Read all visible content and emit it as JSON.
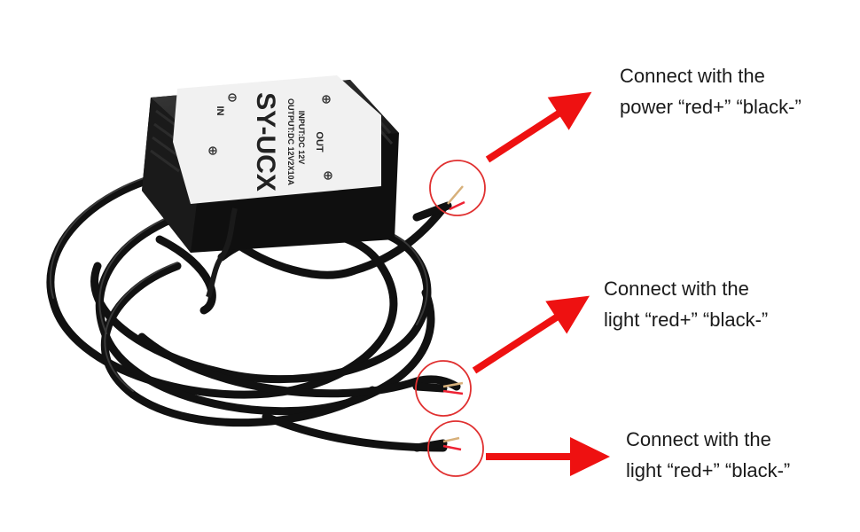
{
  "controller": {
    "model": "SY-UCX",
    "input_spec": "INPUT:DC 12V",
    "output_spec": "OUTPUT:DC 12V2X10A",
    "out_label": "OUT",
    "in_label": "IN"
  },
  "callouts": [
    {
      "line1": "Connect with  the",
      "line2": "power “red+” “black-”"
    },
    {
      "line1": "Connect with  the",
      "line2": "light “red+” “black-”"
    },
    {
      "line1": "Connect with  the",
      "line2": "light “red+” “black-”"
    }
  ],
  "colors": {
    "arrow": "#ee1111",
    "circle": "#e03030",
    "body": "#1c1c1c",
    "label": "#f1f1f1"
  }
}
